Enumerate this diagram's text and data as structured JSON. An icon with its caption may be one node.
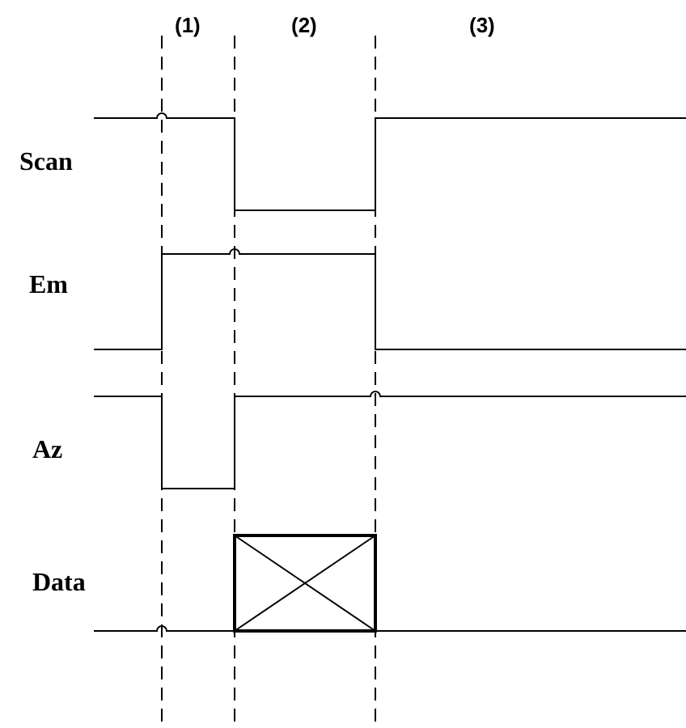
{
  "diagram": {
    "labels": [
      "(1)",
      "(2)",
      "(3)",
      "Scan",
      "Em",
      "Az",
      "Data"
    ]
  }
}
